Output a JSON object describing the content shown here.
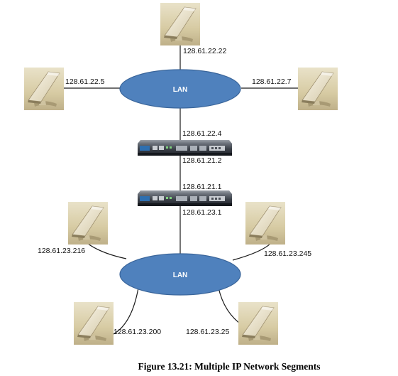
{
  "diagram": {
    "caption": "Figure 13.21: Multiple IP Network Segments",
    "colors": {
      "lan_fill": "#4f81bd",
      "lan_stroke": "#3a659a",
      "wire": "#1a1a1a",
      "router_body": "#3b4048"
    },
    "upper_lan": {
      "label": "LAN"
    },
    "lower_lan": {
      "label": "LAN"
    },
    "upper_hosts": {
      "top": {
        "ip": "128.61.22.22",
        "icon": "computer-icon"
      },
      "left": {
        "ip": "128.61.22.5",
        "icon": "computer-icon"
      },
      "right": {
        "ip": "128.61.22.7",
        "icon": "computer-icon"
      }
    },
    "routers": {
      "router1": {
        "icon": "router-icon",
        "ip_upper": "128.61.22.4",
        "ip_lower": "128.61.21.2"
      },
      "router2": {
        "icon": "router-icon",
        "ip_upper": "128.61.21.1",
        "ip_lower": "128.61.23.1"
      }
    },
    "lower_hosts": {
      "upper_left": {
        "ip": "128.61.23.216",
        "icon": "computer-icon"
      },
      "upper_right": {
        "ip": "128.61.23.245",
        "icon": "computer-icon"
      },
      "lower_left": {
        "ip": "128.61.23.200",
        "icon": "computer-icon"
      },
      "lower_right": {
        "ip": "128.61.23.25",
        "icon": "computer-icon"
      }
    }
  }
}
